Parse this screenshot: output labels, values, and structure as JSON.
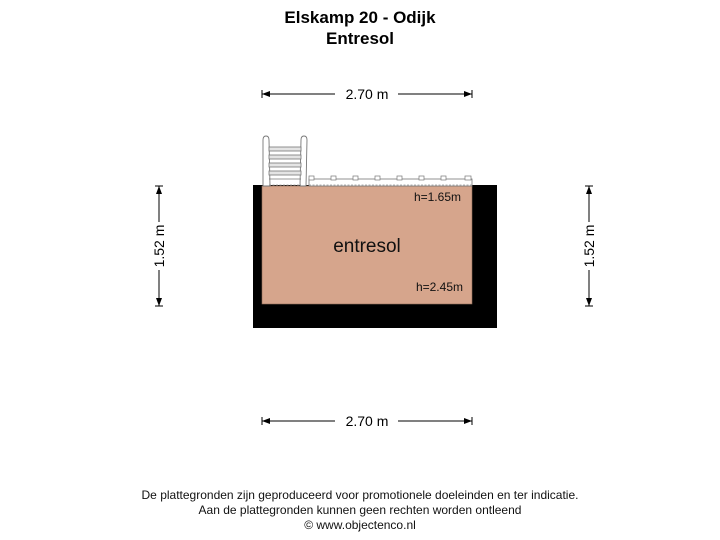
{
  "header": {
    "title": "Elskamp 20 - Odijk",
    "subtitle": "Entresol"
  },
  "plan": {
    "room_label": "entresol",
    "height_top": "h=1.65m",
    "height_bottom": "h=2.45m",
    "room_fill_color": "#d6a58c",
    "wall_color": "#000000",
    "dimensions": {
      "top_width": "2.70 m",
      "bottom_width": "2.70 m",
      "left_height": "1.52 m",
      "right_height": "1.52 m"
    },
    "icons": [
      "ladder-icon",
      "railing-icon"
    ]
  },
  "footer": {
    "line1": "De plattegronden zijn geproduceerd voor promotionele doeleinden en ter indicatie.",
    "line2": "Aan de plattegronden kunnen geen rechten worden ontleend",
    "line3": "© www.objectenco.nl"
  }
}
